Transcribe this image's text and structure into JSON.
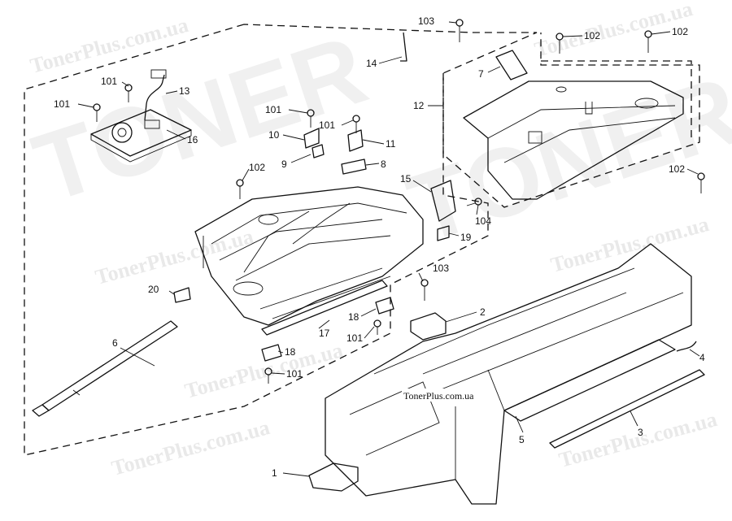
{
  "watermark": {
    "text": "TonerPlus.com.ua",
    "big_text": "TONER"
  },
  "source_label": "TonerPlus.com.ua",
  "callouts": [
    {
      "id": "c1",
      "text": "1"
    },
    {
      "id": "c2",
      "text": "2"
    },
    {
      "id": "c3",
      "text": "3"
    },
    {
      "id": "c4",
      "text": "4"
    },
    {
      "id": "c5",
      "text": "5"
    },
    {
      "id": "c6",
      "text": "6"
    },
    {
      "id": "c7",
      "text": "7"
    },
    {
      "id": "c8",
      "text": "8"
    },
    {
      "id": "c9",
      "text": "9"
    },
    {
      "id": "c10",
      "text": "10"
    },
    {
      "id": "c11",
      "text": "11"
    },
    {
      "id": "c12",
      "text": "12"
    },
    {
      "id": "c13",
      "text": "13"
    },
    {
      "id": "c14",
      "text": "14"
    },
    {
      "id": "c15",
      "text": "15"
    },
    {
      "id": "c16",
      "text": "16"
    },
    {
      "id": "c17",
      "text": "17"
    },
    {
      "id": "c18a",
      "text": "18"
    },
    {
      "id": "c18b",
      "text": "18"
    },
    {
      "id": "c19",
      "text": "19"
    },
    {
      "id": "c20",
      "text": "20"
    },
    {
      "id": "c101a",
      "text": "101"
    },
    {
      "id": "c101b",
      "text": "101"
    },
    {
      "id": "c101c",
      "text": "101"
    },
    {
      "id": "c101d",
      "text": "101"
    },
    {
      "id": "c101e",
      "text": "101"
    },
    {
      "id": "c101f",
      "text": "101"
    },
    {
      "id": "c102a",
      "text": "102"
    },
    {
      "id": "c102b",
      "text": "102"
    },
    {
      "id": "c102c",
      "text": "102"
    },
    {
      "id": "c102d",
      "text": "102"
    },
    {
      "id": "c103a",
      "text": "103"
    },
    {
      "id": "c103b",
      "text": "103"
    },
    {
      "id": "c104",
      "text": "104"
    }
  ]
}
